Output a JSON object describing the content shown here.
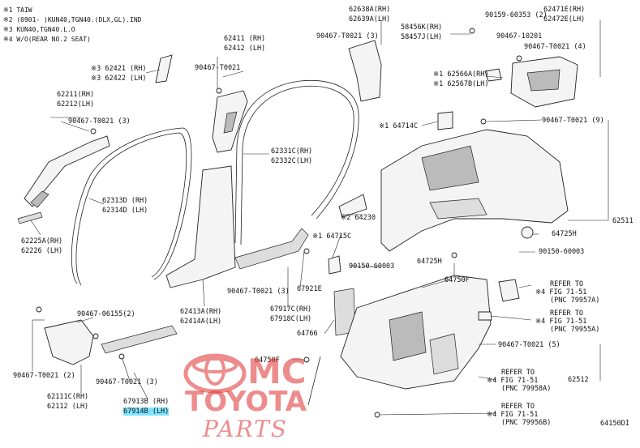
{
  "notes": [
    "※1 TAIW",
    "※2 (0901-    )KUN40,TGN40.(DLX,GL).IND",
    "※3 KUN40,TGN40.L.O",
    "※4 W/O(REAR NO.2 SEAT)"
  ],
  "labels": {
    "p62421": "※3 62421 (RH)",
    "p62422": "※3 62422 (LH)",
    "p62411": "62411 (RH)",
    "p62412": "62412 (LH)",
    "c90467_21": "90467-T0021",
    "p62211": "62211(RH)",
    "p62212": "62212(LH)",
    "c90467_21_3a": "90467-T0021 (3)",
    "p62313d": "62313D (RH)",
    "p62314d": "62314D (LH)",
    "p62225a": "62225A(RH)",
    "p62226": "62226 (LH)",
    "p62331c": "62331C(RH)",
    "p62332c": "62332C(LH)",
    "p62413a": "62413A(RH)",
    "p62414a": "62414A(LH)",
    "c90467_21_3b": "90467-T0021 (3)",
    "p67917c": "67917C(RH)",
    "p67918c": "67918C(LH)",
    "p67921e": "67921E",
    "c90467_06155": "90467-06155(2)",
    "c90467_21_2": "90467-T0021 (2)",
    "p62111c": "62111C(RH)",
    "p62112": "62112 (LH)",
    "c90467_21_3c": "90467-T0021 (3)",
    "p67913b": "67913B (RH)",
    "p67914b": "67914B (LH)",
    "p62638a": "62638A(RH)",
    "p62639a": "62639A(LH)",
    "c90467_21_3d": "90467-T0021 (3)",
    "p58456k": "58456K(RH)",
    "p58457j": "58457J(LH)",
    "c90159_60353": "90159-60353 (2)",
    "p62471e": "62471E(RH)",
    "p62472e": "62472E(LH)",
    "c90467_10201": "90467-10201",
    "c90467_21_4": "90467-T0021 (4)",
    "p62566a": "※1 62566A(RH)",
    "p62567b": "※1 62567B(LH)",
    "p64714c": "※1 64714C",
    "c90467_21_9": "90467-T0021 (9)",
    "p64230": "※2 64230",
    "p62511": "62511",
    "p64725h": "64725H",
    "p64715c": "※1 64715C",
    "c90150_60003a": "90150-60003",
    "c90150_60003b": "90150-60003",
    "p64725h_b": "64725H",
    "p64750f": "64750F",
    "p64766": "64766",
    "p64750f_b": "64750F",
    "c90467_21_5": "90467-T0021 (5)",
    "p62512": "62512",
    "fig_code": "64150DI"
  },
  "refs": [
    {
      "l1": "REFER TO",
      "l2": "※4 FIG 71-51",
      "l3": "(PNC 79957A)"
    },
    {
      "l1": "REFER TO",
      "l2": "※4 FIG 71-51",
      "l3": "(PNC 79955A)"
    },
    {
      "l1": "REFER TO",
      "l2": "※4 FIG 71-51",
      "l3": "(PNC 79958A)"
    },
    {
      "l1": "REFER TO",
      "l2": "※4 FIG 71-51",
      "l3": "(PNC 79956B)"
    }
  ],
  "watermark": {
    "mc": "MC",
    "brand": "TOYOTA",
    "parts": "PARTS",
    "color": "#e03030"
  },
  "highlight_color": "#7fe3ff"
}
